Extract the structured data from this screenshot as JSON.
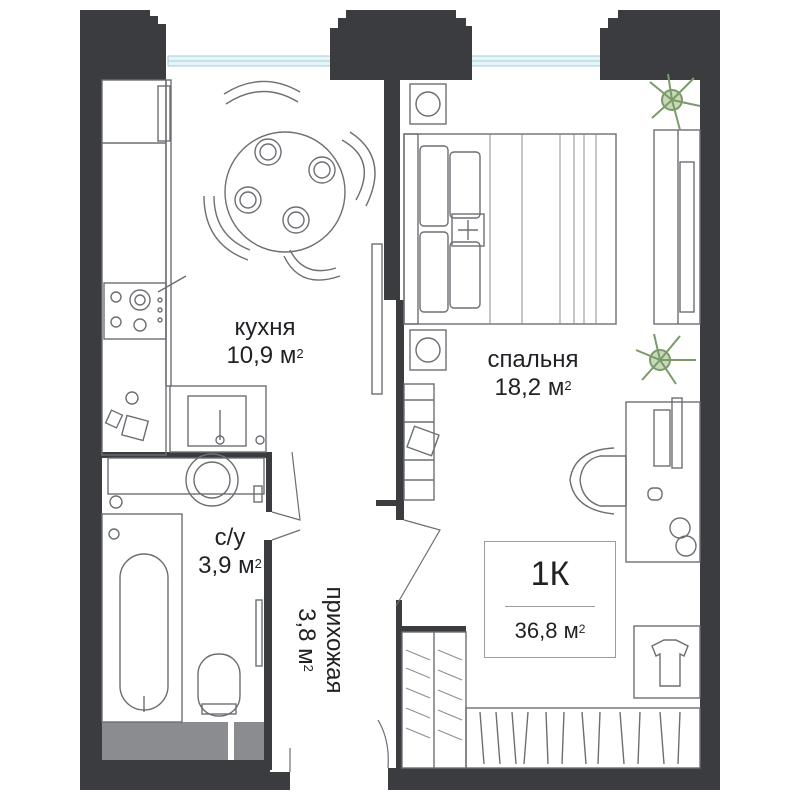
{
  "rooms": [
    {
      "id": "kitchen",
      "name": "кухня",
      "area": "10,9",
      "unit": "м"
    },
    {
      "id": "bedroom",
      "name": "спальня",
      "area": "18,2",
      "unit": "м"
    },
    {
      "id": "bathroom",
      "name": "с/у",
      "area": "3,9",
      "unit": "м"
    },
    {
      "id": "hallway",
      "name": "прихожая",
      "area": "3,8",
      "unit": "м"
    }
  ],
  "summary": {
    "rooms": "1К",
    "total_area": "36,8",
    "unit": "м"
  },
  "unit_power": "2",
  "colors": {
    "wall": "#3a3c40",
    "furniture": "#6b6e73",
    "window": "#bfe3ea",
    "shelf": "#8a8c90",
    "plant": "#7a9a6a"
  }
}
